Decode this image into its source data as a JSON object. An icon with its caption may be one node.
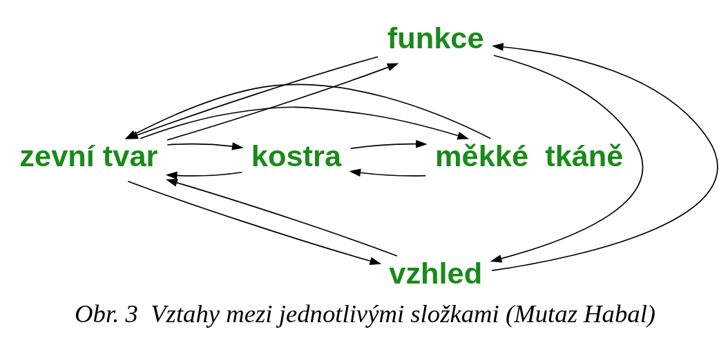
{
  "diagram": {
    "caption": "Obr. 3  Vztahy mezi jednotlivými složkami (Mutaz Habal)",
    "nodes": [
      {
        "text": [
          "funkce"
        ]
      },
      {
        "text": [
          "kostra"
        ]
      },
      {
        "text": [
          "zevní tvar"
        ]
      },
      {
        "text": [
          "měkké  tkáně"
        ]
      },
      {
        "text": [
          "vzhled"
        ]
      }
    ],
    "edges": [
      {
        "from": 0,
        "to": 2,
        "arrow": "to"
      },
      {
        "from": 2,
        "to": 0,
        "arrow": "to"
      },
      {
        "from": 1,
        "to": 2,
        "arrow": "to"
      },
      {
        "from": 2,
        "to": 1,
        "arrow": "to"
      },
      {
        "from": 2,
        "to": 3,
        "arrow": "to"
      },
      {
        "from": 3,
        "to": 2,
        "arrow": "to"
      },
      {
        "from": 2,
        "to": 4,
        "arrow": "to"
      },
      {
        "from": 4,
        "to": 2,
        "arrow": "to"
      },
      {
        "from": 4,
        "to": 0,
        "arrow": "to"
      },
      {
        "from": 0,
        "to": 4,
        "arrow": "to"
      },
      {
        "from": 3,
        "to": 1,
        "arrow": "to"
      },
      {
        "from": 1,
        "to": 3,
        "arrow": "to"
      }
    ]
  }
}
